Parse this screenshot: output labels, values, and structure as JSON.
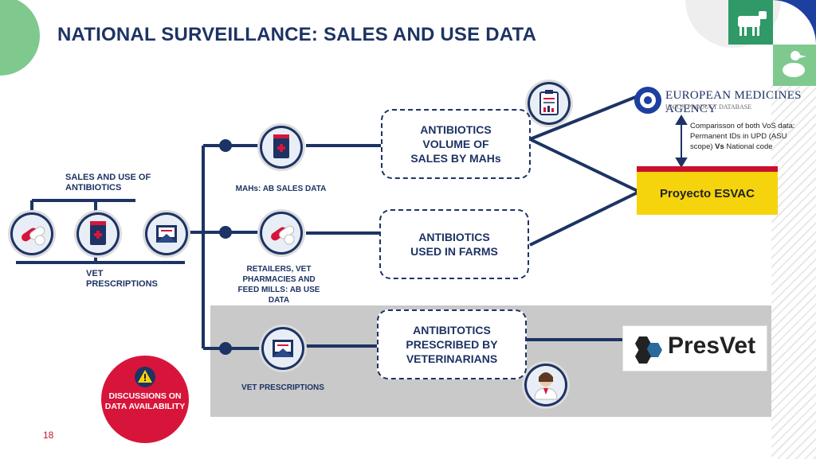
{
  "title": "NATIONAL SURVEILLANCE: SALES AND USE DATA",
  "labels": {
    "sales_use": "SALES AND USE OF ANTIBIOTICS",
    "vet_prescriptions_left": "VET PRESCRIPTIONS",
    "mahs": "MAHs: AB SALES DATA",
    "retailers": "RETAILERS, VET PHARMACIES AND FEED MILLS: AB USE DATA",
    "vet_prescriptions_mid": "VET PRESCRIPTIONS"
  },
  "boxes": {
    "volume_sales": "ANTIBIOTICS VOLUME OF SALES BY MAHs",
    "used_farms": "ANTIBIOTICS USED IN FARMS",
    "prescribed": "ANTIBITOTICS PRESCRIBED BY VETERINARIANS"
  },
  "ema": {
    "name": "EUROPEAN MEDICINES AGENCY",
    "sub": "UNION PRODUCT DATABASE"
  },
  "comparison_note": {
    "line1": "Comparisson of both VoS data: Permanent IDs in UPD (ASU scope) ",
    "vs": "Vs",
    "line2": " National code"
  },
  "esvac": "Proyecto ESVAC",
  "presvet": "PresVet",
  "discussions": "DISCUSSIONS ON DATA AVAILABILITY",
  "page_number": "18",
  "colors": {
    "navy": "#1d3364",
    "red": "#d7153a",
    "yellow": "#f6d40d",
    "green": "#7fc98f",
    "grey_band": "#c9c9c9"
  },
  "icons": [
    "pills-icon",
    "medicine-box-icon",
    "prescription-envelope-icon",
    "clipboard-icon",
    "doctor-icon",
    "cow-icon",
    "duck-icon",
    "warning-icon"
  ]
}
